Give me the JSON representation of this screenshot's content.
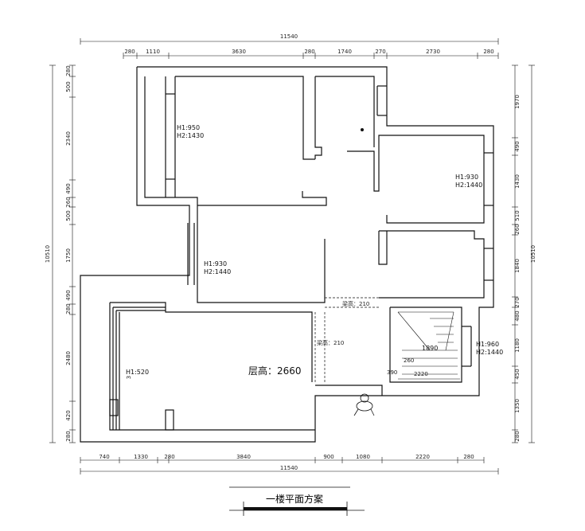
{
  "dims": {
    "top_total": "11540",
    "top": [
      "280",
      "1110",
      "3630",
      "280",
      "1740",
      "270",
      "2730",
      "280"
    ],
    "bottom": [
      "740",
      "1330",
      "280",
      "3840",
      "900",
      "1080",
      "2220",
      "280"
    ],
    "bottom_total": "11540",
    "left_total": "10510",
    "left": [
      "280",
      "500",
      "2340",
      "490",
      "260",
      "500",
      "1750",
      "490",
      "280",
      "2480",
      "420",
      "280"
    ],
    "right_total": "10510",
    "right": [
      "1970",
      "490",
      "1430",
      "510",
      "260",
      "1840",
      "270",
      "480",
      "1180",
      "450",
      "1350",
      "280"
    ]
  },
  "rooms": {
    "r1_h1": "H1:950",
    "r1_h2": "H2:1430",
    "r2_h1": "H1:930",
    "r2_h2": "H2:1440",
    "r3_h1": "H1:930",
    "r3_h2": "H2:1440",
    "r4_h1": "H1:960",
    "r4_h2": "H2:1440",
    "win_left": "H1:520",
    "win_left_v": "3",
    "ceiling": "层高：2660",
    "beam1": "梁高：210",
    "beam2": "梁高：210",
    "stair_1890": "1890",
    "stair_260": "260",
    "stair_390": "390",
    "stair_2220": "2220"
  },
  "title": "一楼平面方案"
}
